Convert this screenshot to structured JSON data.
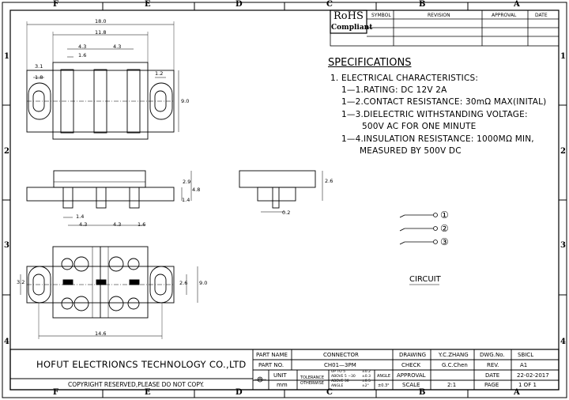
{
  "zones": {
    "columns": [
      "F",
      "E",
      "D",
      "C",
      "B",
      "A"
    ],
    "rows": [
      "1",
      "2",
      "3",
      "4"
    ]
  },
  "rohs": {
    "line1": "RoHS",
    "line2": "Compliant"
  },
  "revision_table": {
    "headers": {
      "symbol": "SYMBOL",
      "revision": "REVISION",
      "approval": "APPROVAL",
      "date": "DATE"
    }
  },
  "specifications": {
    "title": "SPECIFICATIONS",
    "lines": [
      "1. ELECTRICAL CHARACTERISTICS:",
      "1—1.RATING: DC 12V 2A",
      "1—2.CONTACT RESISTANCE: 30mΩ MAX(INITAL)",
      "1—3.DIELECTRIC WITHSTANDING VOLTAGE:",
      "500V AC FOR ONE MINUTE",
      "1—4.INSULATION RESISTANCE: 1000MΩ MIN,",
      "MEASURED BY 500V DC"
    ]
  },
  "circuit": {
    "label": "CIRCUIT",
    "pins": [
      "①",
      "②",
      "③"
    ]
  },
  "dimensions": {
    "top_view": [
      "18.0",
      "11.8",
      "4.3",
      "4.3",
      "1.6",
      "3.1",
      "1.8",
      "1.2",
      "9.0"
    ],
    "front_view": [
      "2.9",
      "4.8",
      "1.4",
      "1.4",
      "4.3",
      "4.3",
      "1.6"
    ],
    "side_view": [
      "2.6",
      "0.2"
    ],
    "bottom_view": [
      "3.2",
      "2.6",
      "9.0",
      "14.6"
    ]
  },
  "title_block": {
    "company": "HOFUT ELECTRIONCS TECHNOLOGY CO.,LTD",
    "copyright": "COPYRIGHT RESERVED,PLEASE DO NOT COPY.",
    "part_name_label": "PART NAME",
    "part_name": "CONNECTOR",
    "part_no_label": "PART NO.",
    "part_no": "CH01—3PM",
    "unit_label": "UNIT",
    "unit": "mm",
    "tolerance_label": "TOLERANCE",
    "otherwise_label": "OTHERWISE",
    "tol_rows": [
      {
        "range": "UP TO 5",
        "val": "±0.2"
      },
      {
        "range": "ABOVE 5 ∼30",
        "val": "±0.3"
      },
      {
        "range": "ABOVE 30",
        "val": "±0.5"
      },
      {
        "range": "ANGLE",
        "val": "±2°"
      }
    ],
    "angle_label": "ANGLE",
    "angle_val": "±0.3°",
    "drawing_label": "DRAWING",
    "drawing_by": "Y.C.ZHANG",
    "check_label": "CHECK",
    "check_by": "G.C.Chen",
    "approval_label": "APPROVAL",
    "scale_label": "SCALE",
    "scale": "2:1",
    "dwg_no_label": "DWG.No.",
    "dwg_no": "SBICL",
    "rev_label": "REV.",
    "rev": "A1",
    "date_label": "DATE",
    "date": "22-02-2017",
    "page_label": "PAGE",
    "page": "1 OF 1"
  }
}
